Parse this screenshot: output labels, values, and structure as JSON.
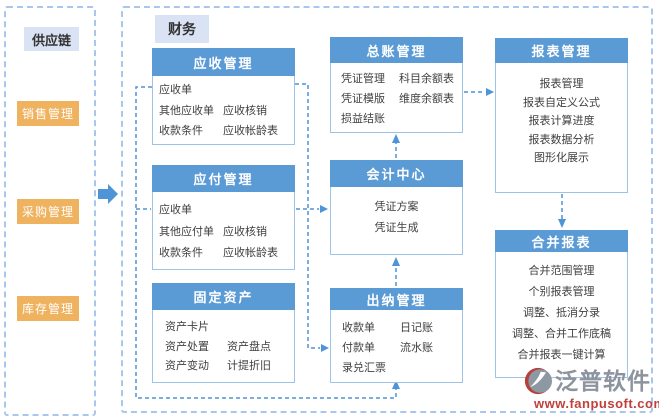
{
  "sidebar": {
    "title": "供应链",
    "items": [
      {
        "label": "销售管理"
      },
      {
        "label": "采购管理"
      },
      {
        "label": "库存管理"
      }
    ]
  },
  "main": {
    "title": "财务"
  },
  "boxes": {
    "receivables": {
      "title": "应收管理",
      "rows": [
        [
          "应收单",
          ""
        ],
        [
          "其他应收单",
          "应收核销"
        ],
        [
          "收款条件",
          "应收帐龄表"
        ]
      ]
    },
    "payables": {
      "title": "应付管理",
      "rows": [
        [
          "应收单",
          ""
        ],
        [
          "其他应付单",
          "应收核销"
        ],
        [
          "收款条件",
          "应收帐龄表"
        ]
      ]
    },
    "fixed_assets": {
      "title": "固定资产",
      "rows": [
        [
          "资产卡片",
          ""
        ],
        [
          "资产处置",
          "资产盘点"
        ],
        [
          "资产变动",
          "计提折旧"
        ]
      ]
    },
    "general_ledger": {
      "title": "总账管理",
      "rows": [
        [
          "凭证管理",
          "科目余额表"
        ],
        [
          "凭证模版",
          "维度余额表"
        ],
        [
          "损益结账",
          ""
        ]
      ]
    },
    "accounting_center": {
      "title": "会计中心",
      "items": [
        "凭证方案",
        "凭证生成"
      ]
    },
    "cashier": {
      "title": "出纳管理",
      "rows": [
        [
          "收款单",
          "日记账"
        ],
        [
          "付款单",
          "流水账"
        ],
        [
          "录兑汇票",
          ""
        ]
      ]
    },
    "reports": {
      "title": "报表管理",
      "items": [
        "报表管理",
        "报表自定义公式",
        "报表计算进度",
        "报表数据分析",
        "图形化展示"
      ]
    },
    "consolidated": {
      "title": "合并报表",
      "items": [
        "合并范围管理",
        "个别报表管理",
        "调整、抵消分录",
        "调整、合并工作底稿",
        "合并报表一键计算"
      ]
    }
  },
  "logo": {
    "name": "泛普软件",
    "url": "www.fanpusoft.com"
  },
  "colors": {
    "header_blue": "#5b9bd5",
    "box_border": "#9dc3e6",
    "label_bg": "#dae3f3",
    "sidebar_orange": "#efb25f",
    "connector_blue": "#4e94d6",
    "logo_gray": "#8d949e",
    "logo_red": "#c0403d"
  }
}
